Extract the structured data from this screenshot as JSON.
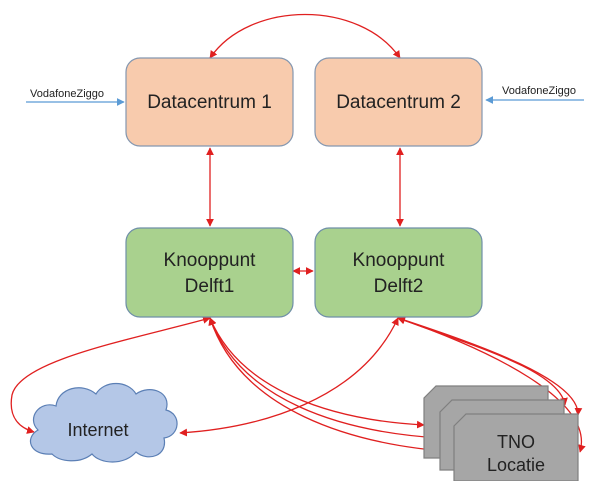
{
  "colors": {
    "datacenter_fill": "#f8cbad",
    "datacenter_stroke": "#8497b0",
    "node_fill": "#a9d18e",
    "node_stroke": "#6f8fa8",
    "cloud_fill": "#b4c7e7",
    "cloud_stroke": "#5b7fb5",
    "tno_fill": "#a6a6a6",
    "tno_stroke": "#7f7f7f",
    "link_red": "#e02020",
    "feed_blue": "#5b9bd5"
  },
  "nodes": {
    "datacentrum1": "Datacentrum 1",
    "datacentrum2": "Datacentrum 2",
    "knooppunt1_line1": "Knooppunt",
    "knooppunt1_line2": "Delft1",
    "knooppunt2_line1": "Knooppunt",
    "knooppunt2_line2": "Delft2",
    "internet": "Internet",
    "tno_line1": "TNO",
    "tno_line2": "Locatie"
  },
  "external": {
    "left_provider": "VodafoneZiggo",
    "right_provider": "VodafoneZiggo"
  }
}
